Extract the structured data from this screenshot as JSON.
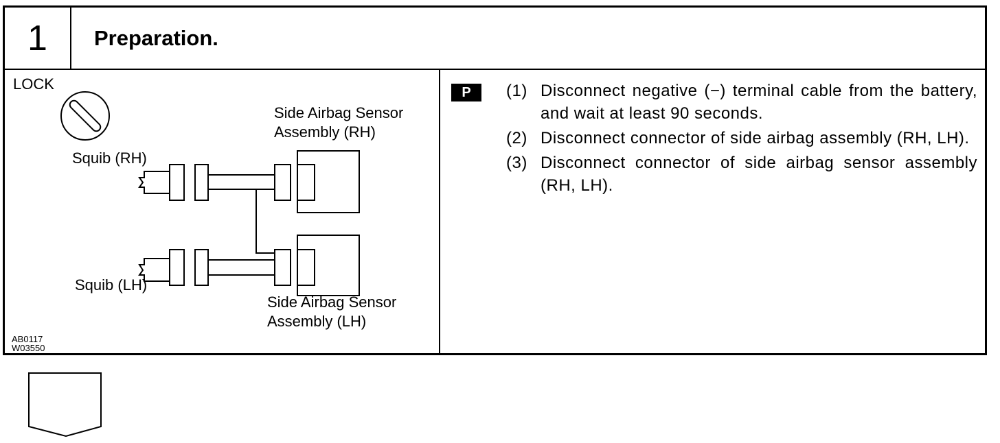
{
  "header": {
    "step_number": "1",
    "title": "Preparation."
  },
  "figure": {
    "lock_label": "LOCK",
    "squib_rh": "Squib (RH)",
    "squib_lh": "Squib (LH)",
    "sensor_rh_line1": "Side Airbag Sensor",
    "sensor_rh_line2": "Assembly (RH)",
    "sensor_lh_line1": "Side Airbag Sensor",
    "sensor_lh_line2": "Assembly (LH)",
    "code_line1": "AB0117",
    "code_line2": "W03550"
  },
  "instructions": {
    "badge": "P",
    "steps": [
      {
        "num": "(1)",
        "text": "Disconnect negative (−) terminal cable from the battery, and wait at least 90 seconds."
      },
      {
        "num": "(2)",
        "text": "Disconnect connector of side airbag assembly (RH, LH)."
      },
      {
        "num": "(3)",
        "text": "Disconnect connector of side airbag sensor assembly (RH, LH)."
      }
    ]
  }
}
